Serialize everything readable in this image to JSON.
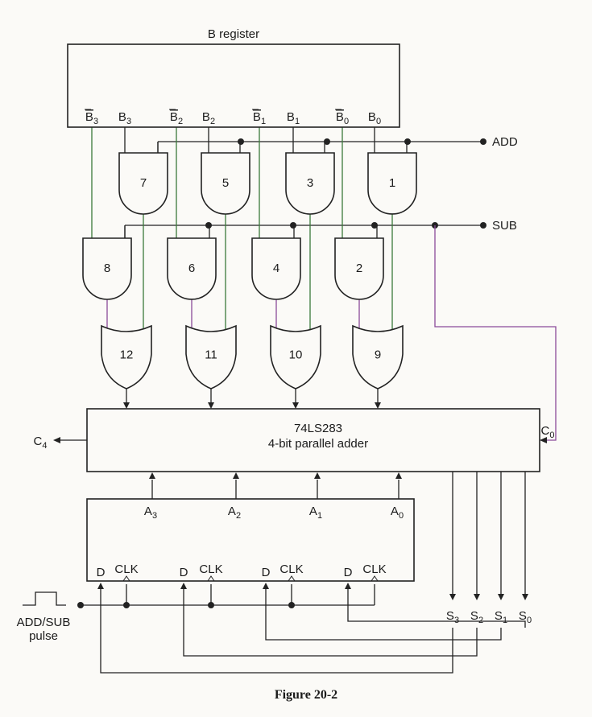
{
  "diagram": {
    "b_register": {
      "title": "B register",
      "outputs": [
        {
          "base": "B",
          "sub": "3",
          "bar": true
        },
        {
          "base": "B",
          "sub": "3",
          "bar": false
        },
        {
          "base": "B",
          "sub": "2",
          "bar": true
        },
        {
          "base": "B",
          "sub": "2",
          "bar": false
        },
        {
          "base": "B",
          "sub": "1",
          "bar": true
        },
        {
          "base": "B",
          "sub": "1",
          "bar": false
        },
        {
          "base": "B",
          "sub": "0",
          "bar": true
        },
        {
          "base": "B",
          "sub": "0",
          "bar": false
        }
      ]
    },
    "control_signals": {
      "add": "ADD",
      "sub": "SUB"
    },
    "and_gates_add": [
      "7",
      "5",
      "3",
      "1"
    ],
    "and_gates_sub": [
      "8",
      "6",
      "4",
      "2"
    ],
    "or_gates": [
      "12",
      "11",
      "10",
      "9"
    ],
    "adder": {
      "part": "74LS283",
      "desc": "4-bit parallel adder"
    },
    "carry_out": {
      "base": "C",
      "sub": "4"
    },
    "carry_in": {
      "base": "C",
      "sub": "0"
    },
    "a_register": {
      "outputs": [
        {
          "base": "A",
          "sub": "3"
        },
        {
          "base": "A",
          "sub": "2"
        },
        {
          "base": "A",
          "sub": "1"
        },
        {
          "base": "A",
          "sub": "0"
        }
      ],
      "d_label": "D",
      "clk_label": "CLK"
    },
    "sums": [
      {
        "base": "S",
        "sub": "3"
      },
      {
        "base": "S",
        "sub": "2"
      },
      {
        "base": "S",
        "sub": "1"
      },
      {
        "base": "S",
        "sub": "0"
      }
    ],
    "pulse_label": [
      "ADD/SUB",
      "pulse"
    ],
    "caption": "Figure 20-2"
  },
  "colors": {
    "ink": "#222222",
    "green_wire": "#3a7a3a",
    "purple_wire": "#8a4a9a"
  }
}
